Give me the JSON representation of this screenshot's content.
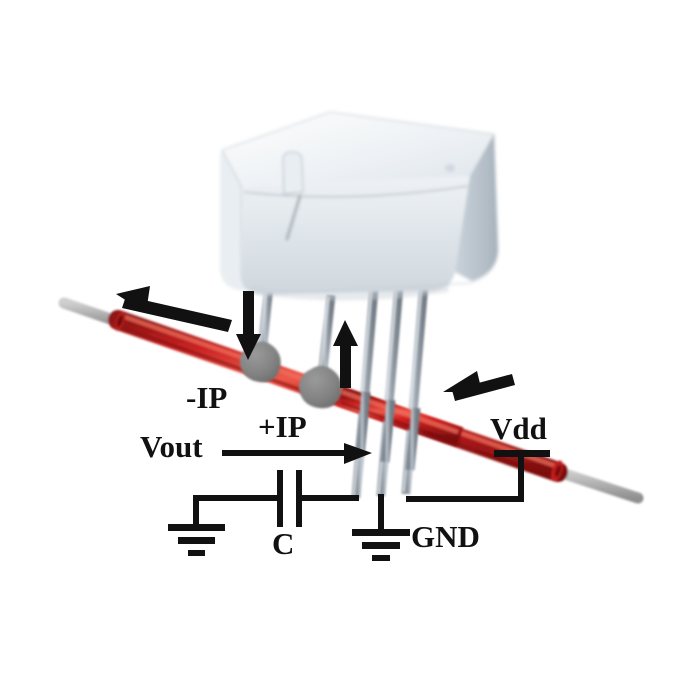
{
  "figure": {
    "title": "Current sensor IC application diagram",
    "background_color": "#ffffff"
  },
  "labels": {
    "minus_ip": "-IP",
    "plus_ip": "+IP",
    "vout": "Vout",
    "vdd": "Vdd",
    "capacitor": "C",
    "gnd": "GND"
  },
  "colors": {
    "wire_red": "#d42020",
    "wire_red_dark": "#8d1212",
    "wire_red_light": "#f26a5c",
    "conductor_gray": "#b0b0b0",
    "solder_gray": "#808080",
    "pin_gray": "#9aa3ad",
    "package_light": "#eef1f4",
    "package_mid": "#d6dce2",
    "package_dark": "#b9c2ca",
    "ink_black": "#111111"
  },
  "components": {
    "package": {
      "name": "sensor-ic-package",
      "description": "white plastic SOIC-style sensor body"
    },
    "wire": {
      "name": "red-primary-current-wire",
      "insulation": "red",
      "exposed_ends": "gray stranded conductor"
    },
    "pins": [
      {
        "name": "pin-minus-ip",
        "label": "-IP",
        "type": "short",
        "solder_blob": true
      },
      {
        "name": "pin-plus-ip",
        "label": "+IP",
        "type": "short",
        "solder_blob": true
      },
      {
        "name": "pin-vout",
        "label": "Vout",
        "type": "long",
        "solder_blob": false
      },
      {
        "name": "pin-gnd",
        "label": "GND",
        "type": "long",
        "solder_blob": false
      },
      {
        "name": "pin-vdd",
        "label": "Vdd",
        "type": "long",
        "solder_blob": false
      }
    ],
    "capacitor": {
      "name": "filter-capacitor",
      "label": "C"
    },
    "grounds": [
      {
        "name": "ground-symbol-capacitor"
      },
      {
        "name": "ground-symbol-gnd-pin"
      }
    ],
    "arrows": [
      {
        "name": "arrow-current-out-left",
        "direction": "left"
      },
      {
        "name": "arrow-current-in-right",
        "direction": "left"
      },
      {
        "name": "arrow-pin-minus-ip-down",
        "direction": "down"
      },
      {
        "name": "arrow-pin-plus-ip-up",
        "direction": "up"
      },
      {
        "name": "arrow-vout-right",
        "direction": "right"
      }
    ]
  }
}
